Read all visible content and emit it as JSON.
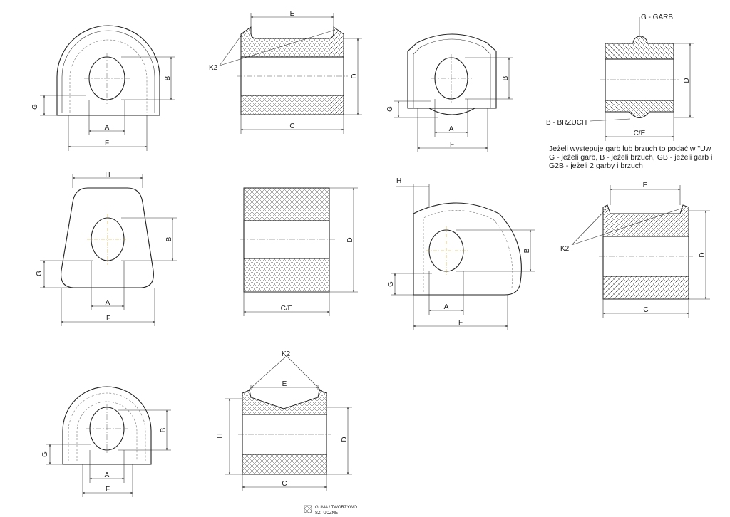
{
  "dim_labels": {
    "a": "A",
    "b": "B",
    "c": "C",
    "d": "D",
    "e": "E",
    "f": "F",
    "g": "G",
    "h": "H",
    "ce": "C/E",
    "k2": "K2"
  },
  "callouts": {
    "garb": "G - GARB",
    "brzuch": "B - BRZUCH"
  },
  "note_lines": [
    "Jeżeli występuje garb lub brzuch to podać w \"Uw",
    "G - jeżeli garb, B - jeżeli brzuch, GB - jeżeli garb i",
    "G2B - jeżeli 2 garby i brzuch"
  ],
  "legend": {
    "line1": "GUMA / TWORZYWO",
    "line2": "SZTUCZNE"
  },
  "colors": {
    "line": "#222222",
    "centerline_accent": "#c8a030",
    "background": "#ffffff"
  }
}
